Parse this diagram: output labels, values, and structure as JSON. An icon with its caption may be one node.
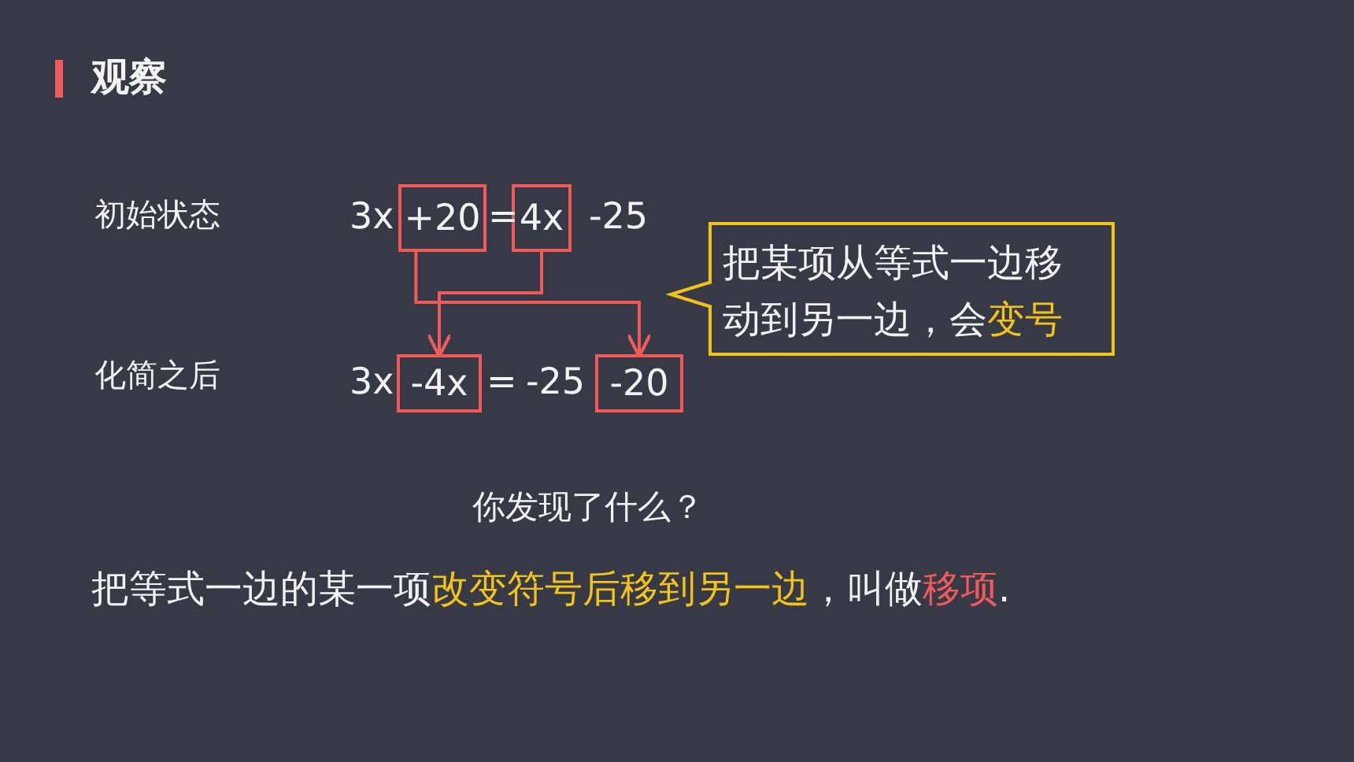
{
  "diagram": {
    "title": "观察",
    "nodes": [
      {
        "text": [
          "+20"
        ]
      },
      {
        "text": [
          "4x"
        ]
      },
      {
        "text": [
          "-4x"
        ]
      },
      {
        "text": [
          "-20"
        ]
      },
      {
        "text": [
          "把某项从等式一边移动到另一边，会",
          "变号"
        ]
      }
    ],
    "edges": [
      {
        "from": 0,
        "to": 3,
        "arrow": "to"
      },
      {
        "from": 1,
        "to": 2,
        "arrow": "to"
      }
    ],
    "labels": [
      "初始状态",
      "3x",
      "=",
      "-25",
      "化简之后",
      "3x",
      "=",
      "-25",
      "你发现了什么？",
      "把等式一边的某一项",
      "改变符号后移到另一边",
      "，叫做",
      "移项",
      "."
    ]
  }
}
